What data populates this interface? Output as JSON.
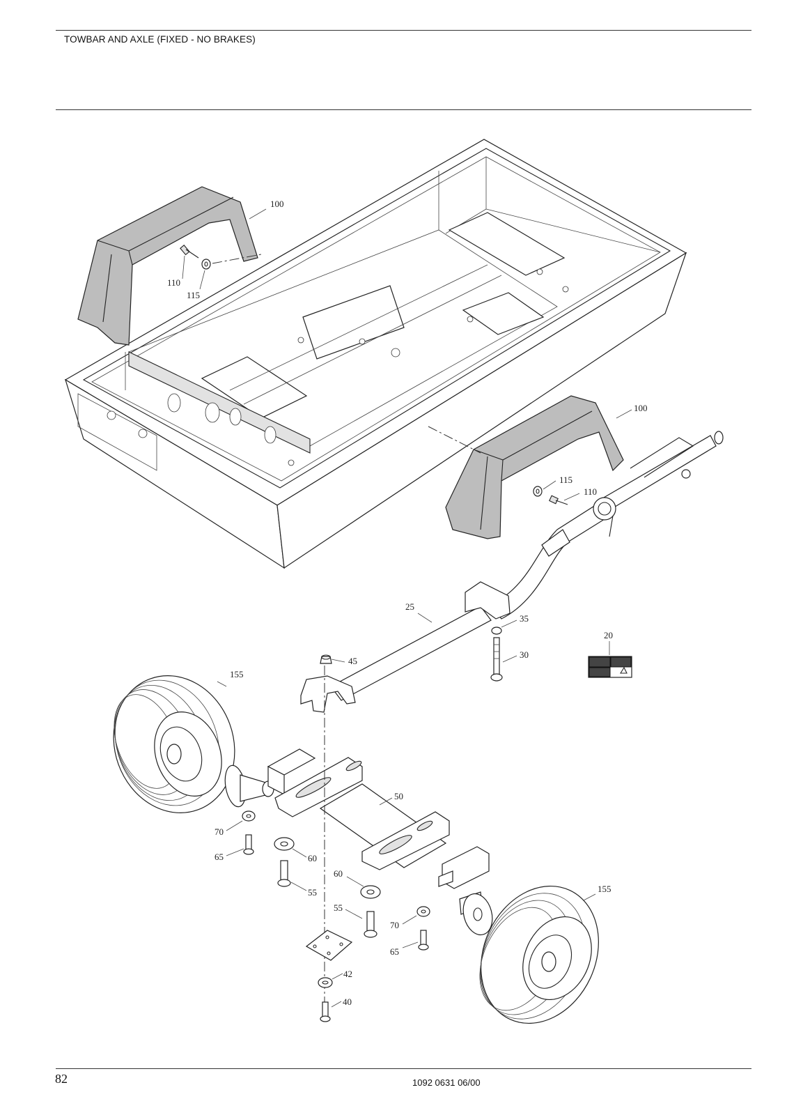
{
  "header": {
    "title": "TOWBAR AND AXLE (FIXED - NO BRAKES)"
  },
  "footer": {
    "page_number": "82",
    "doc_code": "1092 0631 06/00"
  },
  "callouts": {
    "c100a": "100",
    "c110a": "110",
    "c115a": "115",
    "c100b": "100",
    "c115b": "115",
    "c110b": "110",
    "c25": "25",
    "c35": "35",
    "c30": "30",
    "c20": "20",
    "c45": "45",
    "c155a": "155",
    "c50": "50",
    "c70a": "70",
    "c65a": "65",
    "c60a": "60",
    "c55a": "55",
    "c60b": "60",
    "c55b": "55",
    "c70b": "70",
    "c65b": "65",
    "c155b": "155",
    "c42": "42",
    "c40": "40"
  }
}
